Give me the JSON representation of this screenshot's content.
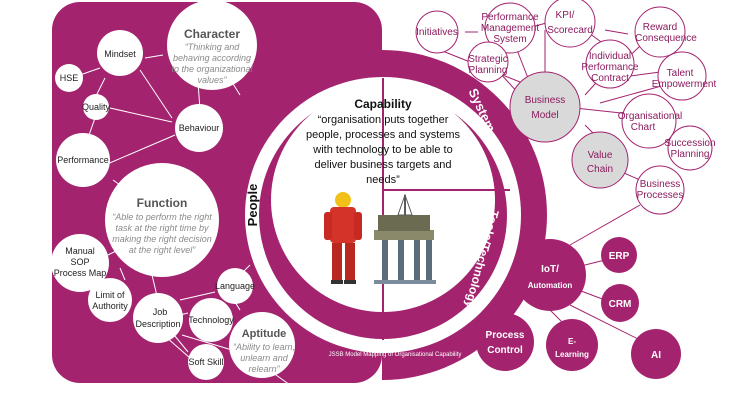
{
  "colors": {
    "magenta": "#a3236f",
    "magenta_dark": "#8c1a5e",
    "light_circle": "#d9d9d9",
    "white": "#ffffff"
  },
  "center": {
    "title": "Capability",
    "quote": [
      "“organisation puts together",
      "people, processes and systems",
      "with technology to be able to",
      "deliver business targets and",
      "needs”"
    ]
  },
  "ring_labels": {
    "people": "People",
    "system": "System",
    "tools": "Tools/Technology"
  },
  "caption": "JSSB Model Mapping of Organisational Capability",
  "people": {
    "character": {
      "title": "Character",
      "desc": [
        "“Thinking and",
        "behaving according",
        "to the organizational",
        "values”"
      ]
    },
    "mindset": "Mindset",
    "hse": "HSE",
    "quality": "Quality",
    "behaviour": "Behaviour",
    "performance": "Performance",
    "function": {
      "title": "Function",
      "desc": [
        "“Able to perform the right",
        "task at the right time by",
        "making the right decision",
        "at the right level”"
      ]
    },
    "manual": [
      "Manual",
      "SOP",
      "Process Map"
    ],
    "limit": [
      "Limit of",
      "Authority"
    ],
    "job": [
      "Job",
      "Description"
    ],
    "language": "Language",
    "technology": "Technology",
    "softskill": "Soft Skill",
    "aptitude": {
      "title": "Aptitude",
      "desc": [
        "“Ability to learn,",
        "unlearn and",
        "relearn”"
      ]
    }
  },
  "system": {
    "initiatives": "Initiatives",
    "performance_mgmt": [
      "Performance",
      "Management",
      "System"
    ],
    "kpi": [
      "KPI/",
      "Scorecard"
    ],
    "reward": [
      "Reward",
      "Consequence"
    ],
    "strategic": [
      "Strategic",
      "Planning"
    ],
    "individual": [
      "Individual",
      "Performance",
      "Contract"
    ],
    "talent": [
      "Talent",
      "Empowerment"
    ],
    "business_model": [
      "Business",
      "Model"
    ],
    "org_chart": [
      "Organisational",
      "Chart"
    ],
    "value_chain": [
      "Value",
      "Chain"
    ],
    "succession": [
      "Succession",
      "Planning"
    ],
    "business_processes": [
      "Business",
      "Processes"
    ]
  },
  "tools": {
    "iot": [
      "IoT/",
      "Automation"
    ],
    "erp": "ERP",
    "crm": "CRM",
    "process_control": [
      "Process",
      "Control"
    ],
    "elearning": [
      "E-",
      "Learning"
    ],
    "ai": "AI"
  }
}
